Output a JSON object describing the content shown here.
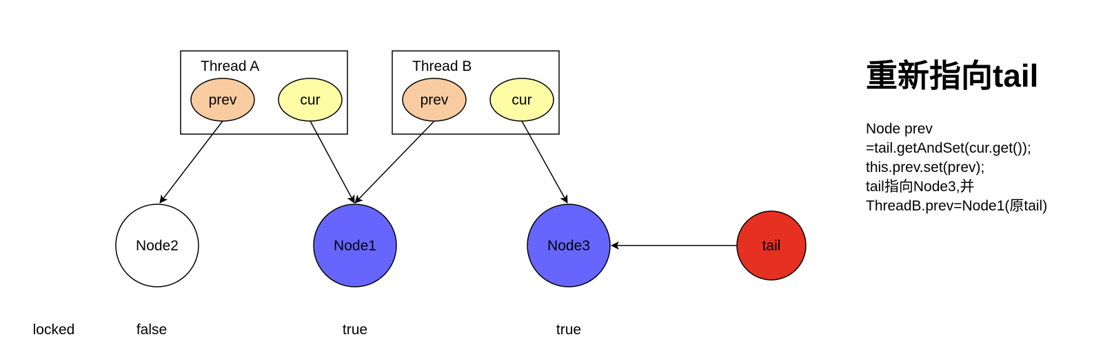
{
  "threads": [
    {
      "title": "Thread A",
      "prev_label": "prev",
      "cur_label": "cur"
    },
    {
      "title": "Thread B",
      "prev_label": "prev",
      "cur_label": "cur"
    }
  ],
  "nodes": [
    {
      "label": "Node2",
      "locked": "false",
      "fill": "#ffffff"
    },
    {
      "label": "Node1",
      "locked": "true",
      "fill": "#6666ff"
    },
    {
      "label": "Node3",
      "locked": "true",
      "fill": "#6666ff"
    }
  ],
  "tail": {
    "label": "tail",
    "fill": "#e63022"
  },
  "locked_row_label": "locked",
  "colors": {
    "prev_fill": "#f8cca0",
    "cur_fill": "#fffca6",
    "stroke": "#000000"
  },
  "explanation": {
    "heading": "重新指向tail",
    "lines": [
      "Node prev",
      "=tail.getAndSet(cur.get());",
      "this.prev.set(prev);",
      "tail指向Node3,并",
      "ThreadB.prev=Node1(原tail)"
    ]
  }
}
